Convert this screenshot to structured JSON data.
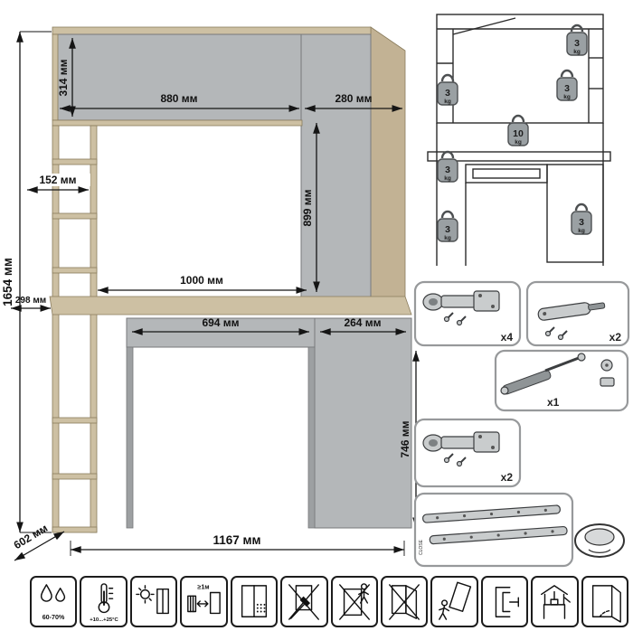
{
  "colors": {
    "panel": "#b4b7b9",
    "wood": "#cdc0a3",
    "wood_dark": "#c2b294",
    "badge": "#9aa0a3",
    "box_border": "#97999b",
    "outline": "#151515"
  },
  "main_drawing": {
    "dims": {
      "overall_height": "1654 мм",
      "hutch_height": "314 мм",
      "hutch_width": "880 мм",
      "right_width": "280 мм",
      "opening_height": "899 мм",
      "shelf_depth": "152 мм",
      "opening_width": "1000 мм",
      "side_depth": "298 мм",
      "drawer_width": "694 мм",
      "cabinet_width": "264 мм",
      "desk_height": "746 мм",
      "depth": "602 мм",
      "overall_width": "1167 мм"
    }
  },
  "load_drawing": {
    "badges": [
      {
        "value": "3",
        "unit": "kg"
      },
      {
        "value": "3",
        "unit": "kg"
      },
      {
        "value": "3",
        "unit": "kg"
      },
      {
        "value": "10",
        "unit": "kg"
      },
      {
        "value": "3",
        "unit": "kg"
      },
      {
        "value": "3",
        "unit": "kg"
      },
      {
        "value": "3",
        "unit": "kg"
      }
    ]
  },
  "hardware": {
    "hinge_top": {
      "name": "cabinet hinge",
      "qty": "x4"
    },
    "damper": {
      "name": "damper",
      "qty": "x2"
    },
    "gas_lift": {
      "name": "gas lift",
      "qty": "x1"
    },
    "hinge_bottom": {
      "name": "cabinet hinge",
      "qty": "x2"
    },
    "slides": {
      "name": "drawer slides",
      "marking": "CLOSE"
    }
  },
  "care": {
    "humidity": "60-70%",
    "temperature": "+10...+25°C",
    "heater_distance": "≥1м"
  }
}
